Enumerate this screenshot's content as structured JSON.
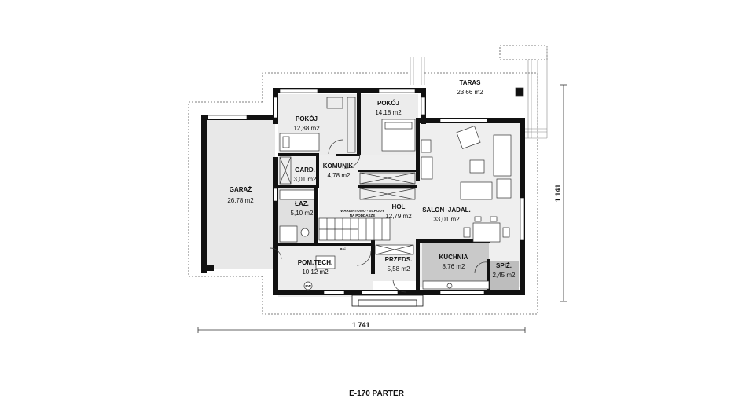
{
  "plan_title": "E-170 PARTER",
  "dimensions": {
    "width": "1 741",
    "height": "1 141"
  },
  "stairs_note": [
    "WARIANTOWO - SCHODY",
    "NA PODDASZE"
  ],
  "appliance_labels": {
    "boiler": "Boi",
    "washer": "PW"
  },
  "rooms": {
    "taras": {
      "name": "TARAS",
      "area": "23,66 m2"
    },
    "pokoj1": {
      "name": "POKÓJ",
      "area": "12,38 m2"
    },
    "pokoj2": {
      "name": "POKÓJ",
      "area": "14,18 m2"
    },
    "garaz": {
      "name": "GARAŻ",
      "area": "26,78 m2"
    },
    "gard": {
      "name": "GARD.",
      "area": "3,01 m2"
    },
    "komunik": {
      "name": "KOMUNIK.",
      "area": "4,78 m2"
    },
    "lazienka": {
      "name": "ŁAZ.",
      "area": "5,10 m2"
    },
    "hol": {
      "name": "HOL",
      "area": "12,79 m2"
    },
    "salon": {
      "name": "SALON+JADAL.",
      "area": "33,01 m2"
    },
    "pomtech": {
      "name": "POM.TECH.",
      "area": "10,12 m2"
    },
    "przeds": {
      "name": "PRZEDS.",
      "area": "5,58 m2"
    },
    "kuchnia": {
      "name": "KUCHNIA",
      "area": "8,76 m2"
    },
    "spiz": {
      "name": "SPIŻ.",
      "area": "2,45 m2"
    }
  }
}
